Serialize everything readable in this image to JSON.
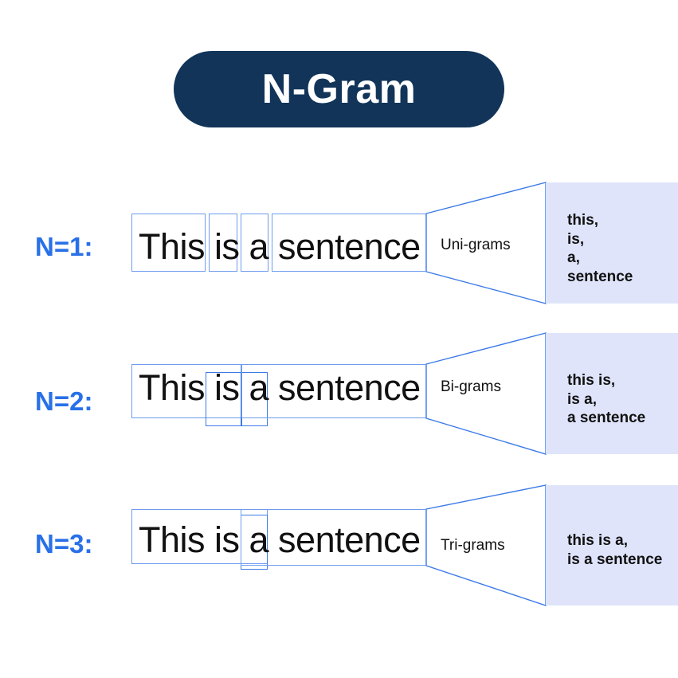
{
  "title": {
    "text": "N-Gram"
  },
  "colors": {
    "title_pill_bg": "#123459",
    "title_text": "#ffffff",
    "accent_blue": "#2870e8",
    "box_border": "#6e9bf0",
    "box_border_strong": "#3b7ae8",
    "panel_bg": "#dfe4fb",
    "text": "#111111",
    "background": "#ffffff"
  },
  "rows": [
    {
      "label": "N=1:",
      "sentence": "This is a sentence",
      "tokens": [
        "This",
        "is",
        "a",
        "sentence"
      ],
      "funnel_label": "Uni-grams",
      "output": "this,\nis,\na,\nsentence",
      "output_items": [
        "this,",
        "is,",
        "a,",
        "sentence"
      ]
    },
    {
      "label": "N=2:",
      "sentence": "This is a sentence",
      "tokens": [
        "This is",
        "is a",
        "a sentence"
      ],
      "funnel_label": "Bi-grams",
      "output": "this is,\nis a,\na sentence",
      "output_items": [
        "this is,",
        "is a,",
        "a sentence"
      ]
    },
    {
      "label": "N=3:",
      "sentence": "This is a sentence",
      "tokens": [
        "This is a",
        "is a sentence"
      ],
      "funnel_label": "Tri-grams",
      "output": "this is a,\nis a sentence",
      "output_items": [
        "this is a,",
        "is a sentence"
      ]
    }
  ]
}
